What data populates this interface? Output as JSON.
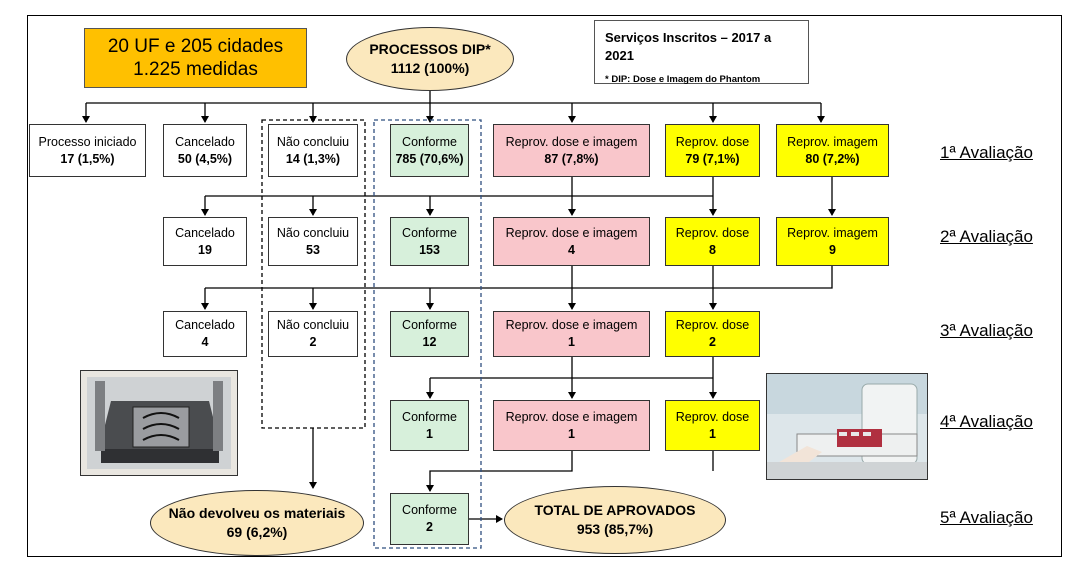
{
  "summary": {
    "line1": "20 UF  e  205 cidades",
    "line2": "1.225 medidas"
  },
  "top": {
    "title": "PROCESSOS DIP*",
    "value": "1112 (100%)"
  },
  "info": {
    "title": "Serviços Inscritos – 2017 a 2021",
    "note": "* DIP: Dose e Imagem do Phantom"
  },
  "evaluations": [
    "1ª Avaliação",
    "2ª Avaliação",
    "3ª Avaliação",
    "4ª Avaliação",
    "5ª Avaliação"
  ],
  "round1": {
    "iniciado": {
      "label": "Processo iniciado",
      "value": "17 (1,5%)"
    },
    "cancelado": {
      "label": "Cancelado",
      "value": "50 (4,5%)"
    },
    "nao": {
      "label": "Não concluiu",
      "value": "14 (1,3%)"
    },
    "conforme": {
      "label": "Conforme",
      "value": "785 (70,6%)"
    },
    "dosimg": {
      "label": "Reprov. dose e imagem",
      "value": "87 (7,8%)"
    },
    "dose": {
      "label": "Reprov. dose",
      "value": "79 (7,1%)"
    },
    "imagem": {
      "label": "Reprov. imagem",
      "value": "80 (7,2%)"
    }
  },
  "round2": {
    "cancelado": {
      "label": "Cancelado",
      "value": "19"
    },
    "nao": {
      "label": "Não concluiu",
      "value": "53"
    },
    "conforme": {
      "label": "Conforme",
      "value": "153"
    },
    "dosimg": {
      "label": "Reprov. dose e imagem",
      "value": "4"
    },
    "dose": {
      "label": "Reprov. dose",
      "value": "8"
    },
    "imagem": {
      "label": "Reprov. imagem",
      "value": "9"
    }
  },
  "round3": {
    "cancelado": {
      "label": "Cancelado",
      "value": "4"
    },
    "nao": {
      "label": "Não concluiu",
      "value": "2"
    },
    "conforme": {
      "label": "Conforme",
      "value": "12"
    },
    "dosimg": {
      "label": "Reprov. dose e imagem",
      "value": "1"
    },
    "dose": {
      "label": "Reprov. dose",
      "value": "2"
    }
  },
  "round4": {
    "conforme": {
      "label": "Conforme",
      "value": "1"
    },
    "dosimg": {
      "label": "Reprov. dose e imagem",
      "value": "1"
    },
    "dose": {
      "label": "Reprov. dose",
      "value": "1"
    }
  },
  "round5": {
    "conforme": {
      "label": "Conforme",
      "value": "2"
    }
  },
  "naoDevolveu": {
    "label": "Não devolveu os materiais",
    "value": "69 (6,2%)"
  },
  "total": {
    "label": "TOTAL DE APROVADOS",
    "value": "953 (85,7%)"
  }
}
